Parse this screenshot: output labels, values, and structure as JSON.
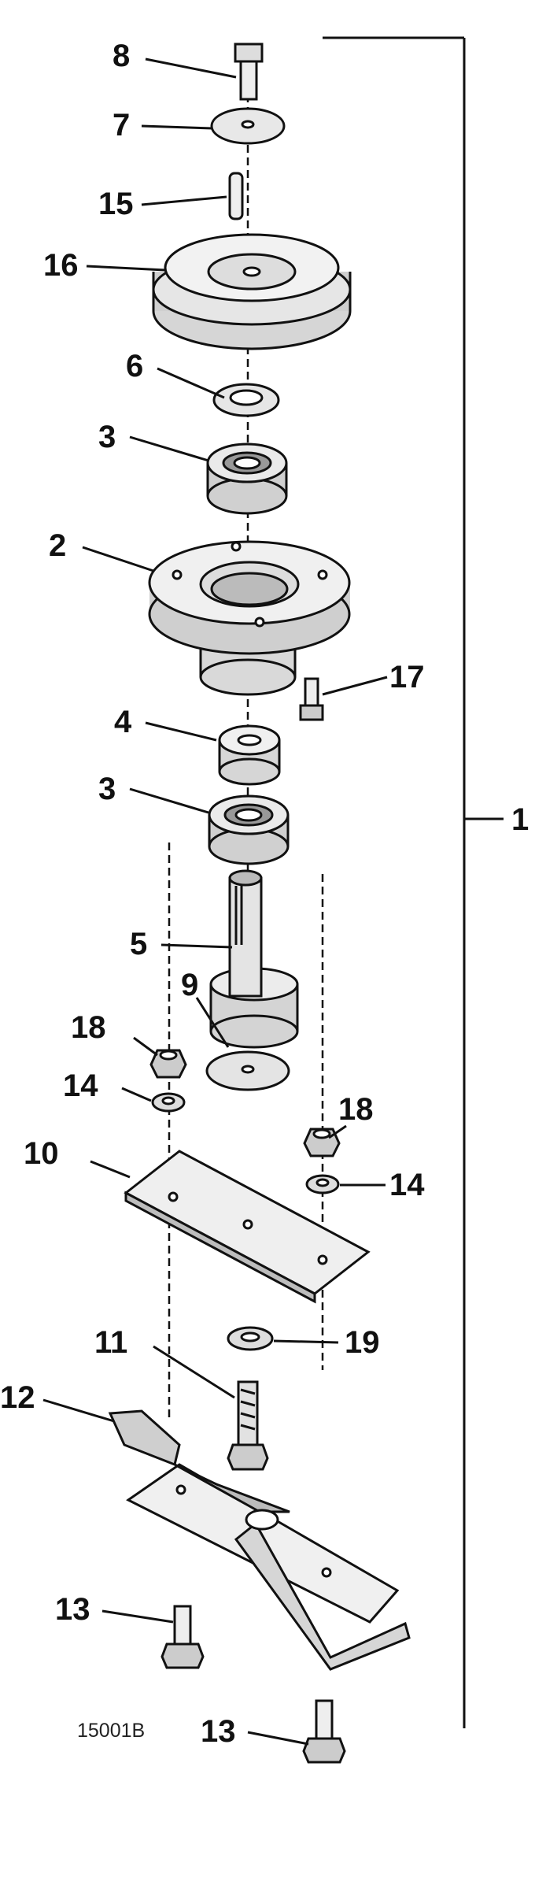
{
  "figure_code": "15001B",
  "callouts": {
    "c1": "1",
    "c2": "2",
    "c3a": "3",
    "c3b": "3",
    "c4": "4",
    "c5": "5",
    "c6": "6",
    "c7": "7",
    "c8": "8",
    "c9": "9",
    "c10": "10",
    "c11": "11",
    "c12": "12",
    "c13a": "13",
    "c13b": "13",
    "c14a": "14",
    "c14b": "14",
    "c15": "15",
    "c16": "16",
    "c17": "17",
    "c18a": "18",
    "c18b": "18",
    "c19": "19"
  }
}
